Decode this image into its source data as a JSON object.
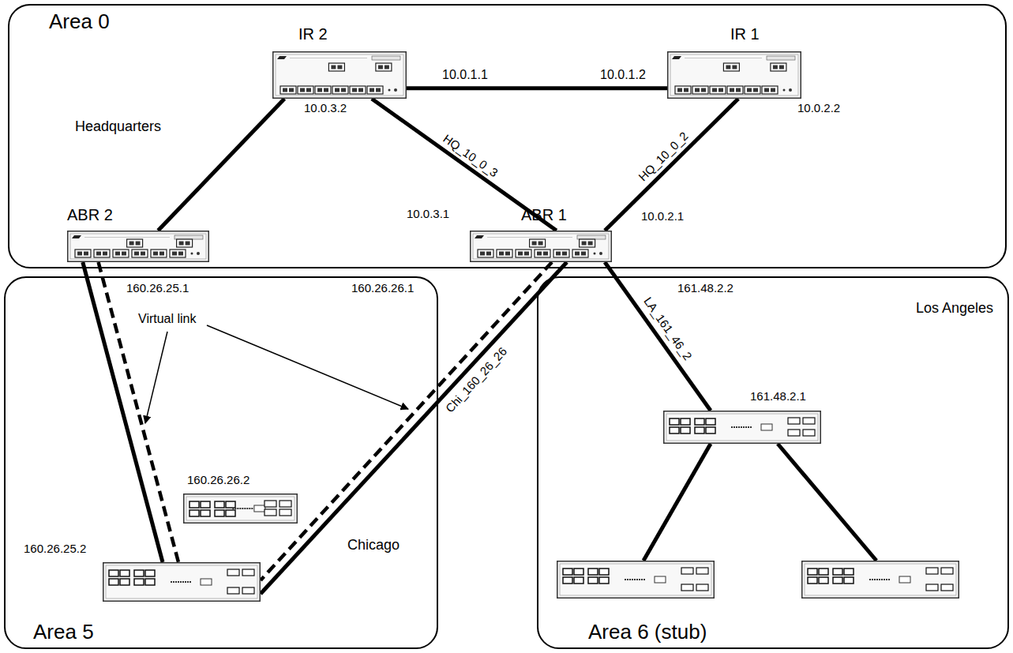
{
  "diagram": {
    "nodes": [
      {
        "text": [
          "Area 0"
        ]
      },
      {
        "text": [
          "Area 5"
        ]
      },
      {
        "text": [
          "Area 6 (stub)"
        ]
      },
      {
        "text": [
          "IR 2"
        ],
        "in": 0
      },
      {
        "text": [
          "IR 1"
        ],
        "in": 0
      },
      {
        "text": [
          "ABR 2"
        ],
        "in": 0
      },
      {
        "text": [
          "ABR 1"
        ],
        "in": 0
      },
      {
        "text": [
          "160.26.26.2"
        ],
        "in": 1
      },
      {
        "text": [
          "160.26.25.2"
        ],
        "in": 1
      },
      {
        "text": [
          "161.48.2.1"
        ],
        "in": 2
      }
    ],
    "edges": [
      {
        "from": 3,
        "to": 4,
        "arrow": "none"
      },
      {
        "from": 3,
        "to": 5,
        "arrow": "none"
      },
      {
        "from": 3,
        "to": 6,
        "label": "HQ_10_0_3",
        "arrow": "none"
      },
      {
        "from": 4,
        "to": 6,
        "label": "HQ_10_0_2",
        "arrow": "none"
      },
      {
        "from": 6,
        "to": 9,
        "label": "LA_161_46_2",
        "arrow": "none"
      },
      {
        "from": 5,
        "to": 8,
        "arrow": "none"
      },
      {
        "from": 6,
        "to": 8,
        "label": "Chi_160_26_26",
        "arrow": "none"
      },
      {
        "from": 5,
        "to": 8,
        "arrow": "none"
      },
      {
        "from": 6,
        "to": 8,
        "arrow": "none"
      }
    ],
    "labels": [
      "Headquarters",
      "10.0.1.1",
      "10.0.1.2",
      "10.0.3.2",
      "10.0.2.2",
      "10.0.3.1",
      "10.0.2.1",
      "160.26.25.1",
      "160.26.26.1",
      "161.48.2.2",
      "Los Angeles",
      "Virtual link",
      "Chicago"
    ]
  }
}
